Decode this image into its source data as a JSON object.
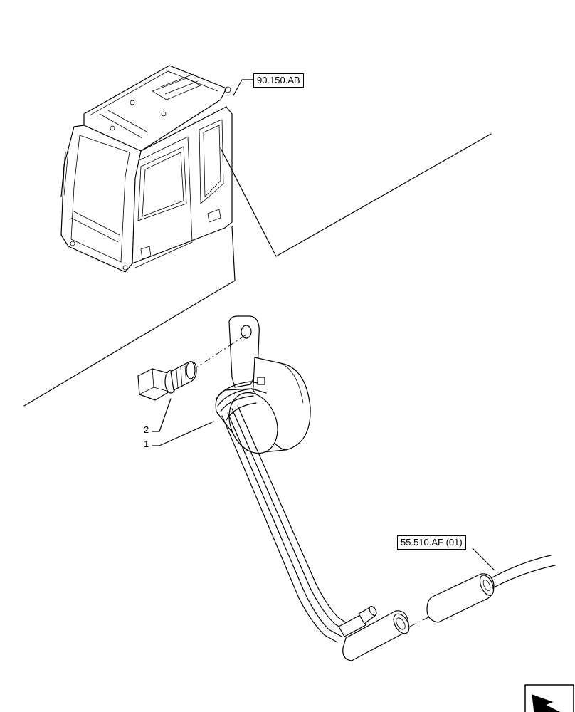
{
  "references": {
    "cab_ref": "90.150.AB",
    "harness_ref": "55.510.AF (01)"
  },
  "callouts": {
    "item_1": "1",
    "item_2": "2"
  },
  "icons": {
    "cab": "cab-icon",
    "bracket": "bracket-icon",
    "bolt": "bolt-icon",
    "navigation": "next-page-arrow-icon"
  }
}
